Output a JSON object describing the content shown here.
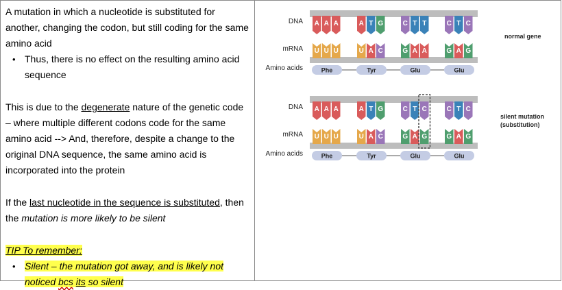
{
  "left_column": {
    "para1": "A mutation in which a nucleotide is substituted for another, changing the codon, but still coding for the same amino acid",
    "bullet1": "Thus, there is no effect on the resulting amino acid sequence",
    "para2_pre": "This is due to the ",
    "para2_term": "degenerate",
    "para2_post": " nature of the genetic code – where multiple different codons code for the same amino acid --> And, therefore, despite a change to the original DNA sequence, the same amino acid is incorporated into the protein",
    "para3_pre": "If the ",
    "para3_link": "last nucleotide in the sequence is substituted",
    "para3_mid": ", then the ",
    "para3_em": "mutation is more likely to be silent",
    "tip_heading": "TIP To remember:",
    "tip_bullet_a": "Silent – the mutation got away, and is likely not noticed ",
    "tip_bullet_bcs": "bcs",
    "tip_bullet_space": " ",
    "tip_bullet_its": "its",
    "tip_bullet_b": " so silent"
  },
  "diagram": {
    "row_labels": [
      "DNA",
      "mRNA",
      "Amino acids"
    ],
    "top": {
      "caption": "normal gene",
      "dna_codons": [
        "AAA",
        "ATG",
        "CTT",
        "CTC"
      ],
      "mrna_codons": [
        "UUU",
        "UAC",
        "GAA",
        "GAG"
      ],
      "amino_acids": [
        "Phe",
        "Tyr",
        "Glu",
        "Glu"
      ]
    },
    "bottom": {
      "caption_line1": "silent mutation",
      "caption_line2": "(substitution)",
      "dna_codons": [
        "AAA",
        "ATG",
        "CTC",
        "CTC"
      ],
      "mrna_codons": [
        "UUU",
        "UAC",
        "GAG",
        "GAG"
      ],
      "amino_acids": [
        "Phe",
        "Tyr",
        "Glu",
        "Glu"
      ]
    },
    "colors": {
      "A": "#d95b5b",
      "T": "#3a82b8",
      "U": "#e5a84b",
      "G": "#4f9e6e",
      "C": "#9a76b8",
      "strand": "#bdbdbd",
      "pill": "#c4cce4",
      "highlight": "#4a4a4a"
    }
  }
}
